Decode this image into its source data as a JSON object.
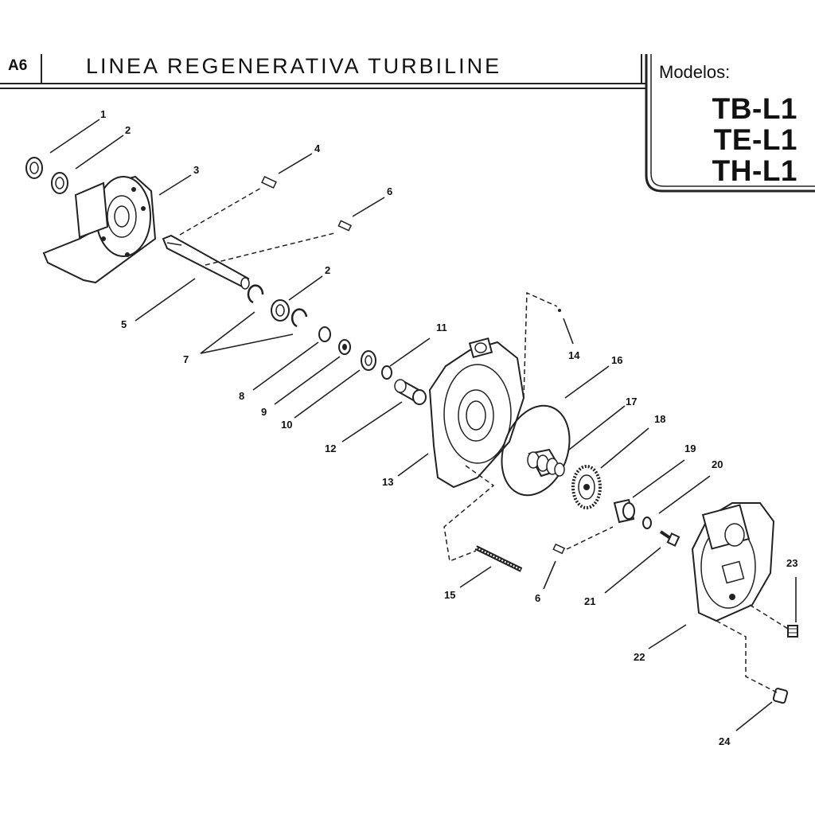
{
  "header": {
    "page_code": "A6",
    "title": "LINEA  REGENERATIVA  TURBILINE",
    "models_label": "Modelos:",
    "models": [
      "TB-L1",
      "TE-L1",
      "TH-L1"
    ]
  },
  "parts": [
    {
      "id": "label-1",
      "text": "1"
    },
    {
      "id": "label-2a",
      "text": "2"
    },
    {
      "id": "label-3",
      "text": "3"
    },
    {
      "id": "label-4",
      "text": "4"
    },
    {
      "id": "label-6a",
      "text": "6"
    },
    {
      "id": "label-2b",
      "text": "2"
    },
    {
      "id": "label-5",
      "text": "5"
    },
    {
      "id": "label-7",
      "text": "7"
    },
    {
      "id": "label-11",
      "text": "11"
    },
    {
      "id": "label-14",
      "text": "14"
    },
    {
      "id": "label-16",
      "text": "16"
    },
    {
      "id": "label-8",
      "text": "8"
    },
    {
      "id": "label-9",
      "text": "9"
    },
    {
      "id": "label-10",
      "text": "10"
    },
    {
      "id": "label-17",
      "text": "17"
    },
    {
      "id": "label-18",
      "text": "18"
    },
    {
      "id": "label-12",
      "text": "12"
    },
    {
      "id": "label-13",
      "text": "13"
    },
    {
      "id": "label-19",
      "text": "19"
    },
    {
      "id": "label-20",
      "text": "20"
    },
    {
      "id": "label-23",
      "text": "23"
    },
    {
      "id": "label-15",
      "text": "15"
    },
    {
      "id": "label-6b",
      "text": "6"
    },
    {
      "id": "label-21",
      "text": "21"
    },
    {
      "id": "label-22",
      "text": "22"
    },
    {
      "id": "label-24",
      "text": "24"
    }
  ]
}
